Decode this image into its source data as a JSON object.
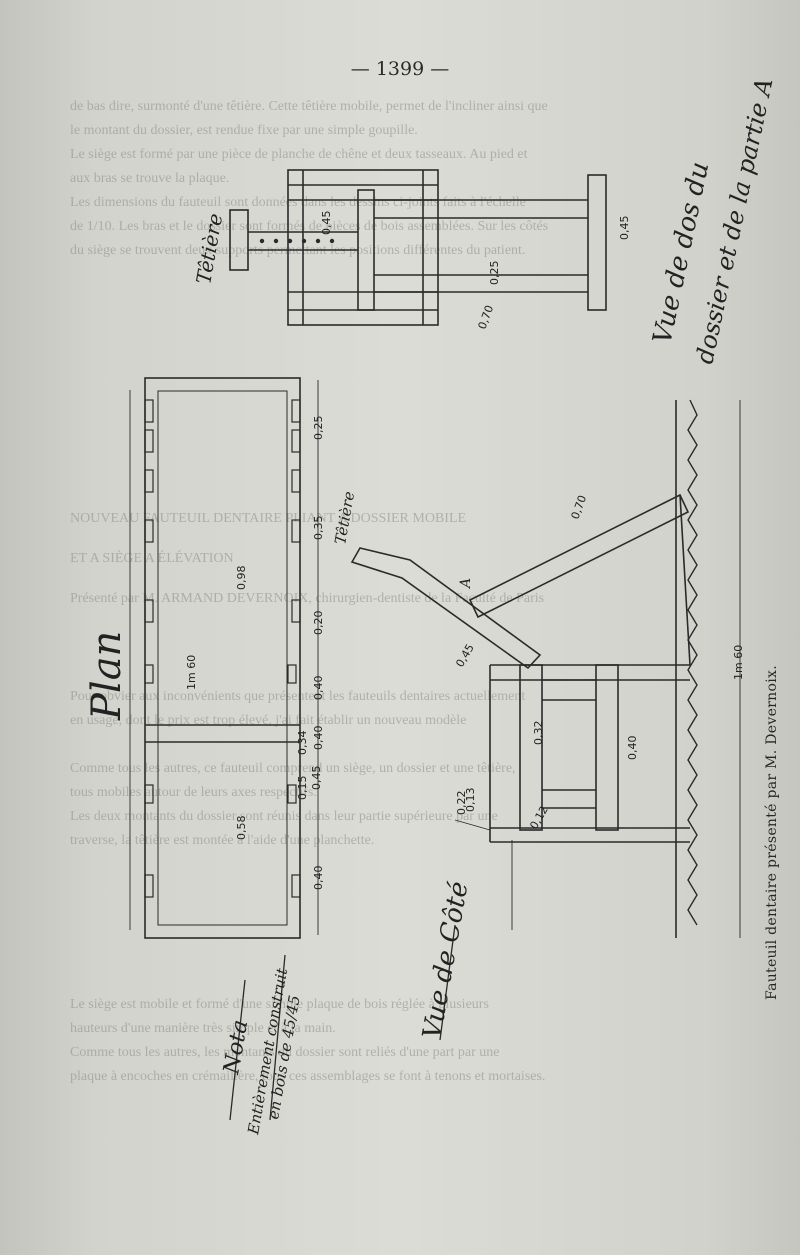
{
  "page_number": "— 1399 —",
  "caption": "Fauteuil dentaire présenté par M. Devernoix.",
  "ghost_text": [
    "de bas dire, surmonté d'une têtière. Cette têtière mobile, permet de l'incliner ainsi que",
    "le montant du dossier, est rendue fixe par une simple goupille.",
    "Le siège est formé par une pièce de planche de chêne et deux tasseaux. Au pied et",
    "aux bras se trouve la plaque.",
    "Les dimensions du fauteuil sont données dans les dessins ci-joints faits à l'échelle",
    "de 1/10. Les bras et le dossier sont formés de pièces de bois assemblées. Sur les côtés",
    "du siège se trouvent deux supports permettant les positions différentes du patient.",
    "NOUVEAU FAUTEUIL DENTAIRE PLIANT A DOSSIER MOBILE",
    "ET A SIÈGE A ÉLÉVATION",
    "Présenté par M. ARMAND DEVERNOIX, chirurgien-dentiste de la Faculté de Paris",
    "Pour obvier aux inconvénients que présentent les fauteuils dentaires actuellement",
    "en usage, dont le prix est trop élevé, j'ai fait établir un nouveau modèle",
    "Comme tous les autres, ce fauteuil comprend un siège, un dossier et une têtière,",
    "tous mobiles autour de leurs axes respectifs.",
    "Les deux montants du dossier sont réunis dans leur partie supérieure par une",
    "traverse, la têtière est montée à l'aide d'une planchette.",
    "Le siège est mobile et formé d'une simple plaque de bois réglée à plusieurs",
    "hauteurs d'une manière très simple et à la main.",
    "Comme tous les autres, les montants du dossier sont reliés d'une part par une",
    "plaque à encoches en crémaillère, tous ces assemblages se font à tenons et mortaises."
  ],
  "drawing": {
    "title_plan": "Plan",
    "title_side": "Vue de Côté",
    "title_back_1": "Vue de dos du",
    "title_back_2": "dossier et de la partie A",
    "label_tetiere_top": "Têtière",
    "label_tetiere_side": "Têtière",
    "label_A": "A",
    "nota_title": "Nota",
    "nota_line1": "Entièrement construit",
    "nota_line2": "en bois de 45/45",
    "dims_plan": [
      "0,25",
      "0,35",
      "0,20",
      "0,40",
      "0,58",
      "0,98",
      "1m 60",
      "0,34",
      "0,45",
      "0,15",
      "0,40",
      "0,40"
    ],
    "dims_back": [
      "0,45",
      "0,25",
      "0,45",
      "0,70"
    ],
    "dims_side": [
      "0,70",
      "0,45",
      "0,40",
      "0,32",
      "0,12",
      "0,22",
      "1m 60",
      "0,13"
    ]
  }
}
